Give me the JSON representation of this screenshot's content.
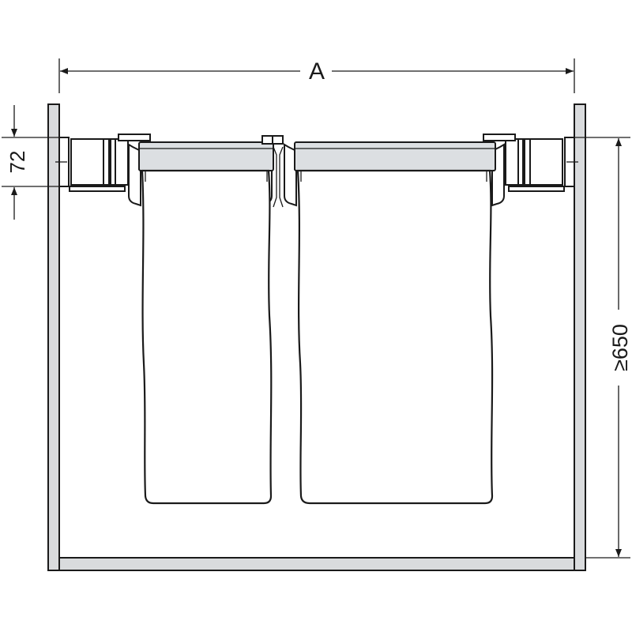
{
  "dimensions": {
    "overall_width": "A",
    "rail_height": "72",
    "min_depth": "≥650"
  },
  "colors": {
    "line": "#1a1a1a",
    "panel_fill": "#d9dbdd",
    "rail_fill": "#dcdfe2",
    "background": "#ffffff"
  }
}
